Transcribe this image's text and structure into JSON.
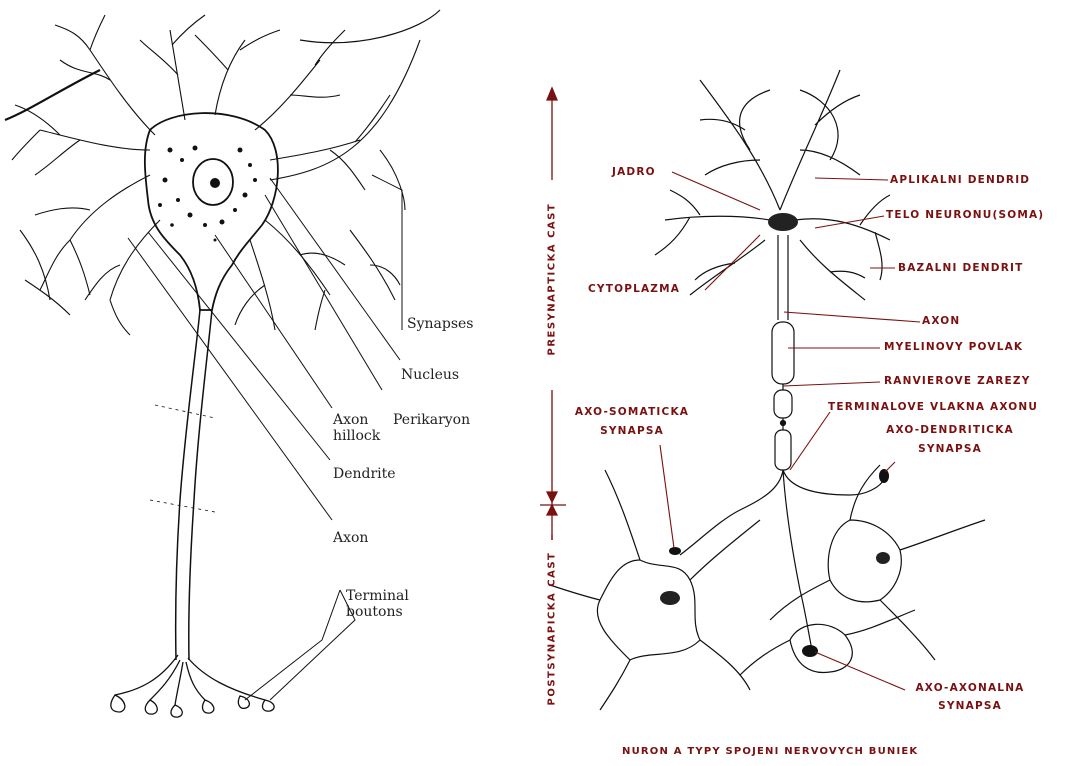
{
  "left_diagram": {
    "labels": {
      "synapses": "Synapses",
      "nucleus": "Nucleus",
      "perikaryon": "Perikaryon",
      "axon_hillock_1": "Axon",
      "axon_hillock_2": "hillock",
      "dendrite": "Dendrite",
      "axon": "Axon",
      "terminal_1": "Terminal",
      "terminal_2": "boutons"
    }
  },
  "right_diagram": {
    "labels": {
      "jadro": "JADRO",
      "aplikalni_dendrid": "APLIKALNI DENDRID",
      "telo_neuronu": "TELO NEURONU(SOMA)",
      "cytoplazma": "CYTOPLAZMA",
      "bazalni_dendrit": "BAZALNI DENDRIT",
      "axon": "AXON",
      "myelinovy_povlak": "MYELINOVY POVLAK",
      "ranvierove_zarezy": "RANVIEROVE ZAREZY",
      "terminalove_vlakna": "TERMINALOVE VLAKNA AXONU",
      "axo_somaticka_1": "AXO-SOMATICKA",
      "axo_somaticka_2": "SYNAPSA",
      "axo_dendriticka_1": "AXO-DENDRITICKA",
      "axo_dendriticka_2": "SYNAPSA",
      "axo_axonalna_1": "AXO-AXONALNA",
      "axo_axonalna_2": "SYNAPSA",
      "presynapticka": "PRESYNAPTICKA CAST",
      "postsynapticka": "POSTSYNAPICKA CAST"
    },
    "caption": "NURON A TYPY SPOJENI NERVOVYCH BUNIEK"
  },
  "colors": {
    "ink": "#111111",
    "accent": "#7a1010"
  }
}
